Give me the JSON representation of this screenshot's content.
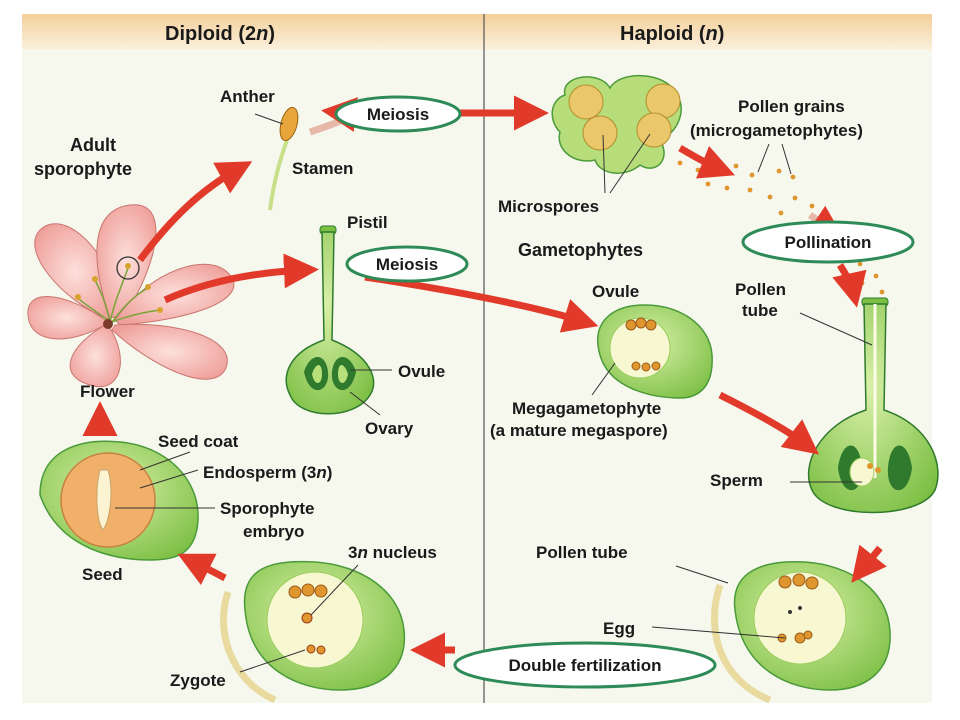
{
  "header": {
    "diploid_prefix": "Diploid (2",
    "diploid_italic": "n",
    "diploid_suffix": ")",
    "haploid_prefix": "Haploid (",
    "haploid_italic": "n",
    "haploid_suffix": ")"
  },
  "labels": {
    "anther": "Anther",
    "stamen": "Stamen",
    "adult_sporophyte_1": "Adult",
    "adult_sporophyte_2": "sporophyte",
    "pistil": "Pistil",
    "ovule_left": "Ovule",
    "ovary": "Ovary",
    "flower": "Flower",
    "seed_coat": "Seed coat",
    "endosperm_prefix": "Endosperm (3",
    "endosperm_italic": "n",
    "endosperm_suffix": ")",
    "sporophyte_embryo_1": "Sporophyte",
    "sporophyte_embryo_2": "embryo",
    "seed": "Seed",
    "nucleus_prefix": "3",
    "nucleus_italic": "n",
    "nucleus_suffix": " nucleus",
    "zygote": "Zygote",
    "microspores": "Microspores",
    "pollen_grains_1": "Pollen grains",
    "pollen_grains_2": "(microgametophytes)",
    "gametophytes": "Gametophytes",
    "ovule_mid": "Ovule",
    "megagametophyte_1": "Megagametophyte",
    "megagametophyte_2": "(a mature megaspore)",
    "pollen_tube_top_1": "Pollen",
    "pollen_tube_top_2": "tube",
    "sperm": "Sperm",
    "pollen_tube_bottom": "Pollen tube",
    "egg": "Egg"
  },
  "process_pills": {
    "meiosis_top": "Meiosis",
    "meiosis_mid": "Meiosis",
    "pollination": "Pollination",
    "double_fertilization": "Double fertilization"
  },
  "colors": {
    "header_band": "#f0c890",
    "green_light": "#a6d86a",
    "green_mid": "#6fb63c",
    "green_dark": "#2f7a2c",
    "petal": "#f3b0ab",
    "arrow": "#e23a2a",
    "pill_border": "#2e8b57",
    "pollen": "#e0962e",
    "endosperm": "#f0b06a"
  }
}
